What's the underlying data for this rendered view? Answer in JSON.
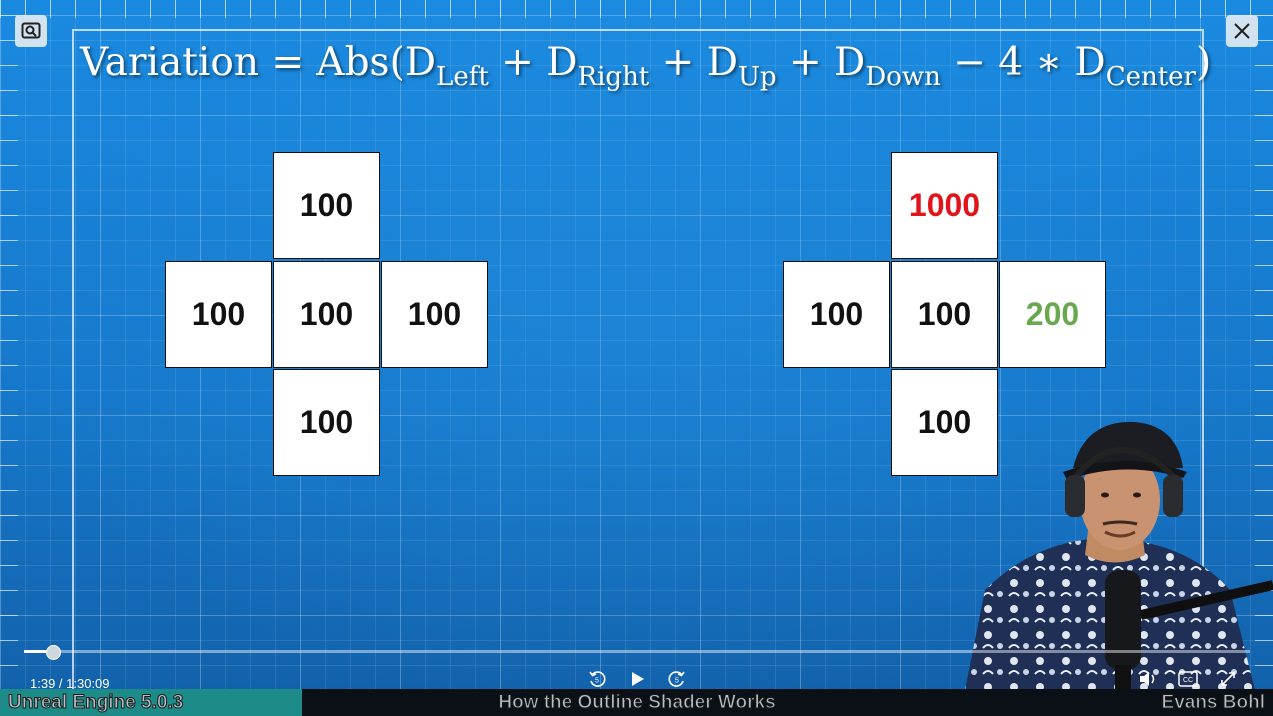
{
  "slide": {
    "formula": {
      "prefix": "Variation = Abs(D",
      "sub_left": "Left",
      "plus1": " + D",
      "sub_right": "Right",
      "plus2": " + D",
      "sub_up": "Up",
      "plus3": " + D",
      "sub_down": "Down",
      "minus": " − 4 ∗ D",
      "sub_center": "Center",
      "close": ")"
    },
    "left_grid": {
      "up": "100",
      "left": "100",
      "center": "100",
      "right": "100",
      "down": "100"
    },
    "right_grid": {
      "up": "1000",
      "left": "100",
      "center": "100",
      "right": "200",
      "down": "100"
    },
    "colors": {
      "up_highlight": "#e0141a",
      "right_highlight": "#6aa84f",
      "default": "#111111"
    }
  },
  "player": {
    "time_display": "1:39 / 1:30:09",
    "progress_fraction": 0.023,
    "icons": {
      "top_left": "zoom-picture-icon",
      "top_right": "close-icon",
      "rewind": "rewind-5-icon",
      "play": "play-icon",
      "forward": "forward-5-icon",
      "volume": "volume-icon",
      "captions": "captions-icon",
      "fullscreen": "fullscreen-icon"
    }
  },
  "banner": {
    "left": "Unreal Engine 5.0.3",
    "center": "How the Outline Shader Works",
    "right": "Evans Bohl"
  }
}
